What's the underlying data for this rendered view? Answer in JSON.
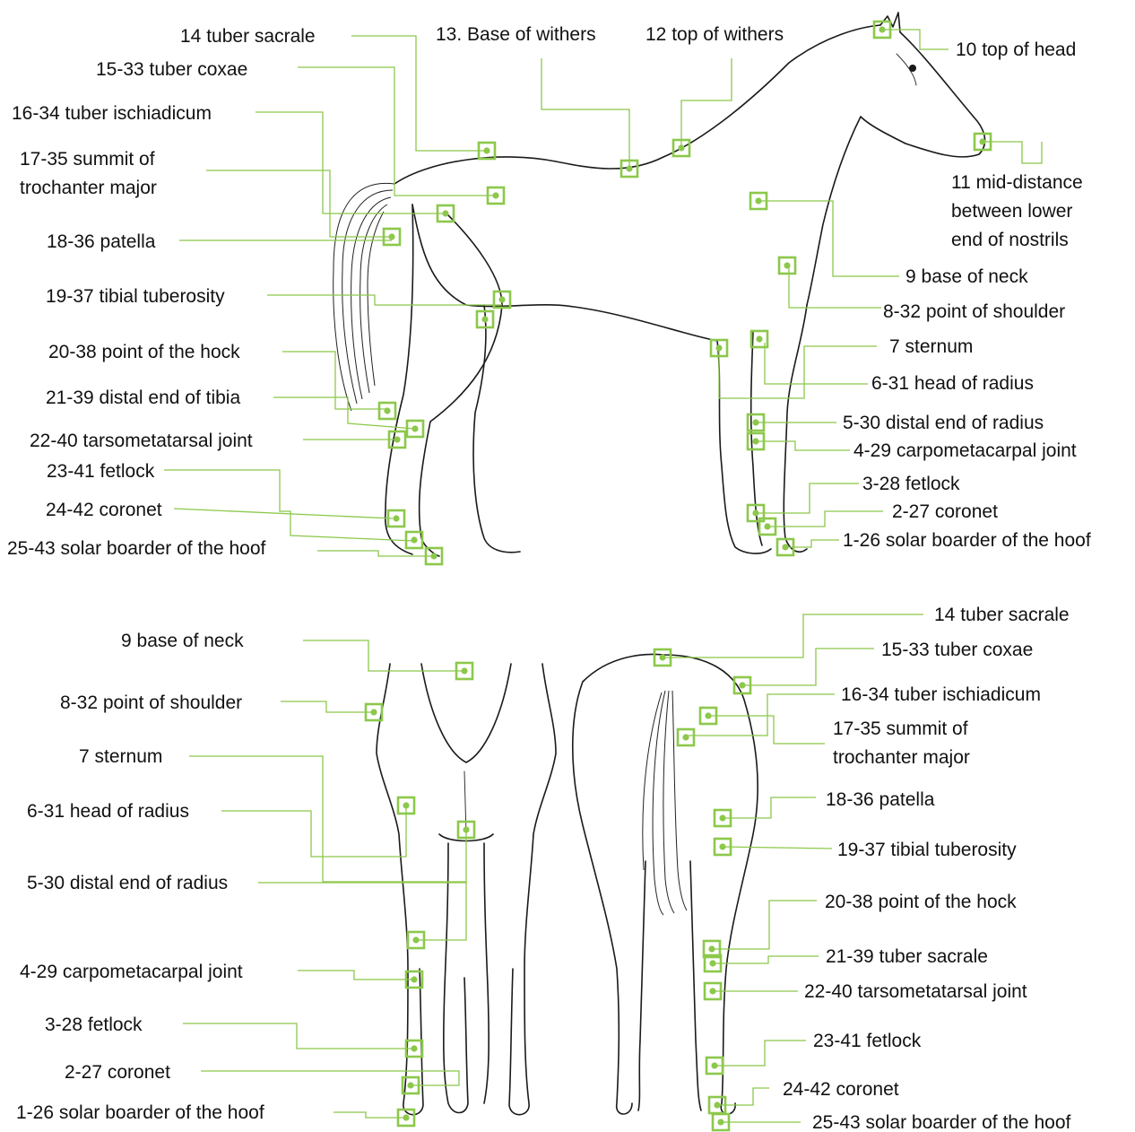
{
  "colors": {
    "marker": "#8cc84b",
    "ink": "#1a1a1a",
    "background": "#ffffff"
  },
  "side_view": {
    "labels": [
      "14 tuber sacrale",
      "13. Base of withers",
      "12 top of withers",
      "10 top of head",
      "15-33 tuber coxae",
      "16-34 tuber ischiadicum",
      "17-35 summit of",
      "trochanter major",
      "11 mid-distance",
      "between lower",
      "end of nostrils",
      "18-36 patella",
      "9 base of neck",
      "19-37 tibial tuberosity",
      "8-32 point of shoulder",
      "20-38 point of the hock",
      "7 sternum",
      "21-39 distal end of tibia",
      "6-31 head of radius",
      "5-30 distal end of radius",
      "22-40 tarsometatarsal joint",
      "4-29 carpometacarpal joint",
      "23-41 fetlock",
      "3-28 fetlock",
      "24-42 coronet",
      "2-27 coronet",
      "25-43 solar boarder of the hoof",
      "1-26 solar boarder of the hoof"
    ]
  },
  "front_view": {
    "labels": [
      "9 base of neck",
      "8-32 point of shoulder",
      "7 sternum",
      "6-31 head of radius",
      "5-30 distal end of radius",
      "4-29 carpometacarpal joint",
      "3-28 fetlock",
      "2-27 coronet",
      "1-26 solar boarder of the hoof"
    ]
  },
  "rear_view": {
    "labels": [
      "14 tuber sacrale",
      "15-33 tuber coxae",
      "16-34 tuber ischiadicum",
      "17-35 summit of",
      "trochanter major",
      "18-36 patella",
      "19-37 tibial tuberosity",
      "20-38 point of the hock",
      "21-39 tuber sacrale",
      "22-40 tarsometatarsal joint",
      "23-41 fetlock",
      "24-42 coronet",
      "25-43 solar boarder of the hoof"
    ]
  }
}
